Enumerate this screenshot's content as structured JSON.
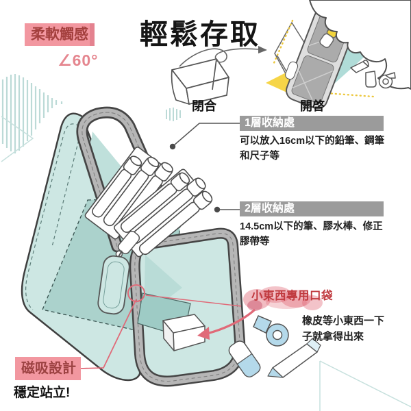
{
  "header": {
    "soft_touch": "柔軟觸感",
    "angle": "∠60°",
    "title": "輕鬆存取"
  },
  "top_demo": {
    "closed": "閉合",
    "open": "開啓"
  },
  "callouts": {
    "layer1_title": "1層收納處",
    "layer1_desc": "可以放入16cm以下的鉛筆、鋼筆\n和尺子等",
    "layer2_title": "2層收納處",
    "layer2_desc": "14.5cm以下的筆、膠水棒、修正\n膠帶等",
    "pocket_title": "小東西專用口袋",
    "pocket_desc": "橡皮等小東西一下\n子就拿得出來",
    "magnet_title": "磁吸設計",
    "magnet_sub": "穩定站立!"
  },
  "colors": {
    "pink_label_bg": "#f297a0",
    "pink_label_text": "#a4403e",
    "accent_pink": "#e06a78",
    "pocket_red": "#c03a3f",
    "title_text": "#151515",
    "body_text": "#222222",
    "gray_bar_bg": "#9b9b9b",
    "gray_bar_text": "#ffffff",
    "outline": "#4a4a4a",
    "case_teal": "#cde7e3",
    "case_teal_dark": "#abd2cc",
    "zipper_gray": "#b6b6b6",
    "yellow": "#f5d843",
    "stripe_teal": "#a7d8d4",
    "item_blue": "#b4d9ea",
    "decor_teal": "#bcdad7"
  }
}
